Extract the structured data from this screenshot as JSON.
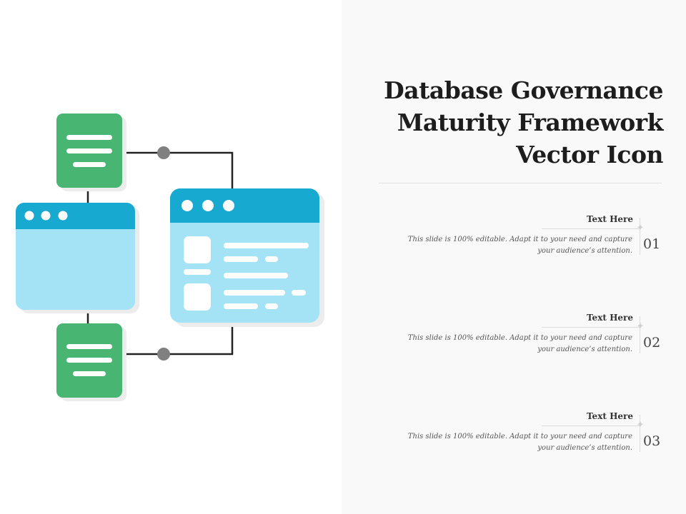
{
  "title_lines": [
    "Database Governance",
    "Maturity Framework",
    "Vector Icon"
  ],
  "items": [
    {
      "heading": "Text Here",
      "desc_line1": "This slide is 100% editable. Adapt it to your need and capture",
      "desc_line2": "your audience’s attention.",
      "number": "01"
    },
    {
      "heading": "Text Here",
      "desc_line1": "This slide is 100% editable. Adapt it to your need and capture",
      "desc_line2": "your audience’s attention.",
      "number": "02"
    },
    {
      "heading": "Text Here",
      "desc_line1": "This slide is 100% editable. Adapt it to your need and capture",
      "desc_line2": "your audience’s attention.",
      "number": "03"
    }
  ],
  "colors": {
    "document_green": "#48b573",
    "window_header_blue": "#17a9cf",
    "window_body_blue": "#a4e3f5",
    "connector": "#222222",
    "node_dot": "#808080"
  },
  "icons": [
    "document-icon",
    "browser-window-icon",
    "connector-node-icon",
    "diamond-star-icon"
  ]
}
